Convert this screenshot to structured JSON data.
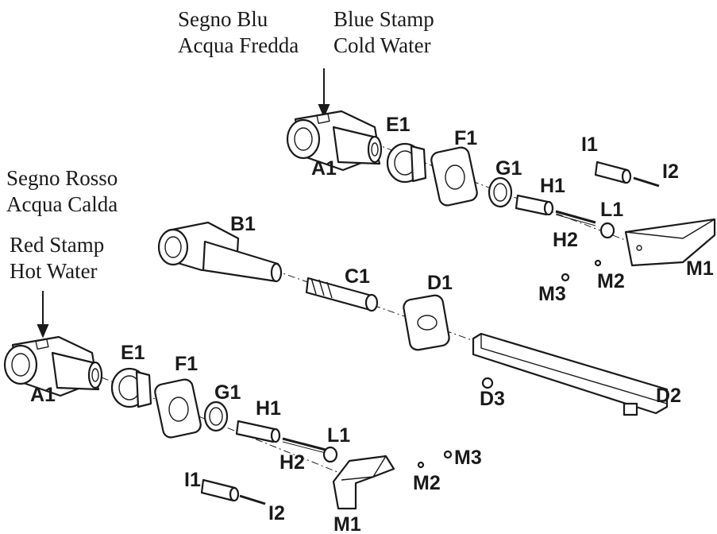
{
  "annotations": {
    "cold_it_1": "Segno Blu",
    "cold_it_2": "Acqua Fredda",
    "cold_en_1": "Blue Stamp",
    "cold_en_2": "Cold Water",
    "hot_it_1": "Segno Rosso",
    "hot_it_2": "Acqua Calda",
    "hot_en_1": "Red Stamp",
    "hot_en_2": "Hot Water"
  },
  "parts": {
    "cold": {
      "a1": "A1",
      "e1": "E1",
      "f1": "F1",
      "g1": "G1",
      "h1": "H1",
      "h2": "H2",
      "i1": "I1",
      "i2": "I2",
      "l1": "L1",
      "m1": "M1",
      "m2": "M2",
      "m3": "M3"
    },
    "spout": {
      "b1": "B1",
      "c1": "C1",
      "d1": "D1",
      "d2": "D2",
      "d3": "D3"
    },
    "hot": {
      "a1": "A1",
      "e1": "E1",
      "f1": "F1",
      "g1": "G1",
      "h1": "H1",
      "h2": "H2",
      "i1": "I1",
      "i2": "I2",
      "l1": "L1",
      "m1": "M1",
      "m2": "M2",
      "m3": "M3"
    }
  }
}
